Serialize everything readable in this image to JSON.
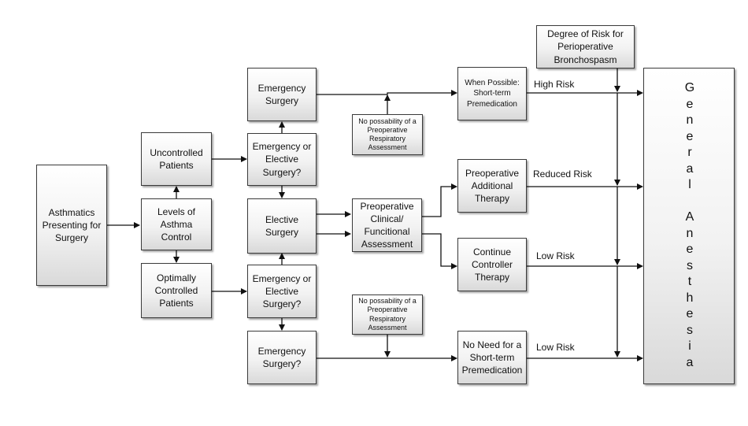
{
  "nodes": {
    "asthmatics": "Asthmatics\nPresenting for\nSurgery",
    "levels": "Levels of\nAsthma\nControl",
    "uncontrolled": "Uncontrolled\nPatients",
    "optimally": "Optimally\nControlled\nPatients",
    "emerg_or_elective_top": "Emergency or\nElective\nSurgery?",
    "emerg_or_elective_bottom": "Emergency or\nElective\nSurgery?",
    "emergency_surgery": "Emergency\nSurgery",
    "elective_surgery": "Elective\nSurgery",
    "emergency_surgery_q": "Emergency\nSurgery?",
    "no_possibility_top": "No possability of a\nPreoperative\nRespiratory\nAssessment",
    "no_possibility_bottom": "No possability of a\nPreoperative\nRespiratory\nAssessment",
    "preop_clinical": "Preoperative\nClinical/\nFuncitional\nAssessment",
    "when_possible": "When Possible:\nShort-term\nPremedication",
    "preop_additional": "Preoperative\nAdditional\nTherapy",
    "continue_controller": "Continue\nController\nTherapy",
    "no_need": "No Need for a\nShort-term\nPremedication",
    "degree_of_risk": "Degree of Risk for\nPerioperative\nBronchospasm",
    "general_anesthesia_letters": [
      "G",
      "e",
      "n",
      "e",
      "r",
      "a",
      "l",
      "",
      "A",
      "n",
      "e",
      "s",
      "t",
      "h",
      "e",
      "s",
      "i",
      "a"
    ]
  },
  "edge_labels": {
    "high_risk": "High Risk",
    "reduced_risk": "Reduced Risk",
    "low_risk_1": "Low Risk",
    "low_risk_2": "Low Risk"
  }
}
